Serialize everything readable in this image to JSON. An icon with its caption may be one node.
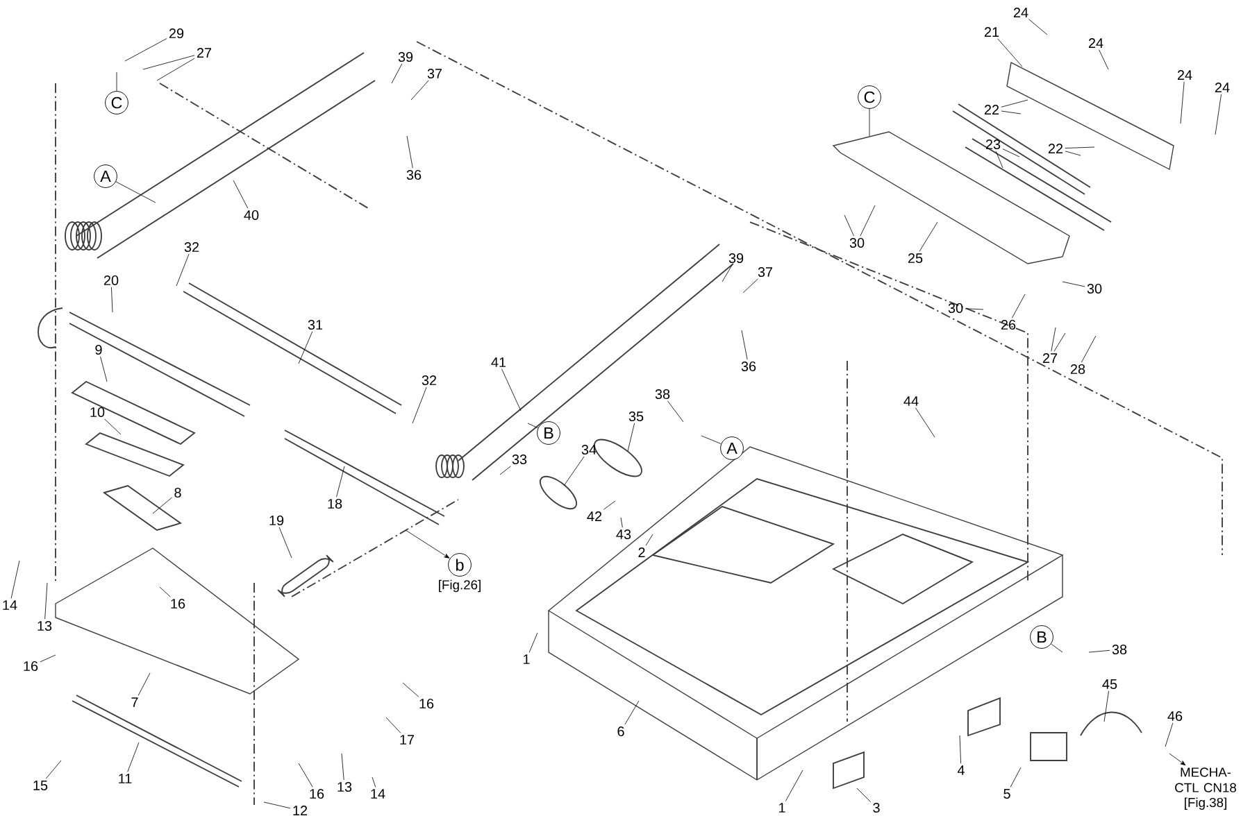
{
  "diagram": {
    "nodes": [
      {
        "text": [
          "29"
        ]
      },
      {
        "text": [
          "27"
        ]
      },
      {
        "text": [
          "C"
        ]
      },
      {
        "text": [
          "24"
        ]
      },
      {
        "text": [
          "21"
        ]
      },
      {
        "text": [
          "24"
        ]
      },
      {
        "text": [
          "39"
        ]
      },
      {
        "text": [
          "37"
        ]
      },
      {
        "text": [
          "24"
        ]
      },
      {
        "text": [
          "24"
        ]
      },
      {
        "text": [
          "C"
        ]
      },
      {
        "text": [
          "22"
        ]
      },
      {
        "text": [
          "23"
        ]
      },
      {
        "text": [
          "22"
        ]
      },
      {
        "text": [
          "A"
        ]
      },
      {
        "text": [
          "36"
        ]
      },
      {
        "text": [
          "40"
        ]
      },
      {
        "text": [
          "30"
        ]
      },
      {
        "text": [
          "32"
        ]
      },
      {
        "text": [
          "39"
        ]
      },
      {
        "text": [
          "25"
        ]
      },
      {
        "text": [
          "37"
        ]
      },
      {
        "text": [
          "20"
        ]
      },
      {
        "text": [
          "30"
        ]
      },
      {
        "text": [
          "30"
        ]
      },
      {
        "text": [
          "26"
        ]
      },
      {
        "text": [
          "31"
        ]
      },
      {
        "text": [
          "9"
        ]
      },
      {
        "text": [
          "27"
        ]
      },
      {
        "text": [
          "41"
        ]
      },
      {
        "text": [
          "36"
        ]
      },
      {
        "text": [
          "28"
        ]
      },
      {
        "text": [
          "32"
        ]
      },
      {
        "text": [
          "38"
        ]
      },
      {
        "text": [
          "44"
        ]
      },
      {
        "text": [
          "10"
        ]
      },
      {
        "text": [
          "35"
        ]
      },
      {
        "text": [
          "B"
        ]
      },
      {
        "text": [
          "A"
        ]
      },
      {
        "text": [
          "34"
        ]
      },
      {
        "text": [
          "33"
        ]
      },
      {
        "text": [
          "8"
        ]
      },
      {
        "text": [
          "18"
        ]
      },
      {
        "text": [
          "42"
        ]
      },
      {
        "text": [
          "19"
        ]
      },
      {
        "text": [
          "43"
        ]
      },
      {
        "text": [
          "2"
        ]
      },
      {
        "text": [
          "b"
        ],
        "beside": [
          "[Fig.26]"
        ]
      },
      {
        "text": [
          "14"
        ]
      },
      {
        "text": [
          "16"
        ]
      },
      {
        "text": [
          "13"
        ]
      },
      {
        "text": [
          "B"
        ]
      },
      {
        "text": [
          "38"
        ]
      },
      {
        "text": [
          "1"
        ]
      },
      {
        "text": [
          "16"
        ]
      },
      {
        "text": [
          "45"
        ]
      },
      {
        "text": [
          "7"
        ]
      },
      {
        "text": [
          "16"
        ]
      },
      {
        "text": [
          "46"
        ]
      },
      {
        "text": [
          "6"
        ]
      },
      {
        "text": [
          "17"
        ]
      },
      {
        "text": [
          "4"
        ]
      },
      {
        "text": [
          "11"
        ]
      },
      {
        "text": [
          "MECHA-CTL CN18"
        ],
        "beside": [
          "[Fig.38]"
        ]
      },
      {
        "text": [
          "15"
        ]
      },
      {
        "text": [
          "16"
        ]
      },
      {
        "text": [
          "13"
        ]
      },
      {
        "text": [
          "14"
        ]
      },
      {
        "text": [
          "5"
        ]
      },
      {
        "text": [
          "3"
        ]
      },
      {
        "text": [
          "1"
        ]
      },
      {
        "text": [
          "12"
        ]
      }
    ],
    "edges": [
      {
        "from": 0,
        "to": null,
        "arrow": "none"
      },
      {
        "from": 1,
        "to": null,
        "arrow": "none"
      },
      {
        "from": 1,
        "to": null,
        "arrow": "none"
      },
      {
        "from": 2,
        "to": null,
        "arrow": "none"
      },
      {
        "from": 3,
        "to": null,
        "arrow": "none"
      },
      {
        "from": 4,
        "to": null,
        "arrow": "none"
      },
      {
        "from": 5,
        "to": null,
        "arrow": "none"
      },
      {
        "from": 6,
        "to": null,
        "arrow": "none"
      },
      {
        "from": 7,
        "to": null,
        "arrow": "none"
      },
      {
        "from": 8,
        "to": null,
        "arrow": "none"
      },
      {
        "from": 9,
        "to": null,
        "arrow": "none"
      },
      {
        "from": 10,
        "to": null,
        "arrow": "none"
      },
      {
        "from": 11,
        "to": null,
        "arrow": "none"
      },
      {
        "from": 11,
        "to": null,
        "arrow": "none"
      },
      {
        "from": 12,
        "to": null,
        "arrow": "none"
      },
      {
        "from": 12,
        "to": null,
        "arrow": "none"
      },
      {
        "from": 13,
        "to": null,
        "arrow": "none"
      },
      {
        "from": 13,
        "to": null,
        "arrow": "none"
      },
      {
        "from": 14,
        "to": null,
        "arrow": "none"
      },
      {
        "from": 15,
        "to": null,
        "arrow": "none"
      },
      {
        "from": 16,
        "to": null,
        "arrow": "none"
      },
      {
        "from": 17,
        "to": null,
        "arrow": "none"
      },
      {
        "from": 17,
        "to": null,
        "arrow": "none"
      },
      {
        "from": 18,
        "to": null,
        "arrow": "none"
      },
      {
        "from": 19,
        "to": null,
        "arrow": "none"
      },
      {
        "from": 20,
        "to": null,
        "arrow": "none"
      },
      {
        "from": 21,
        "to": null,
        "arrow": "none"
      },
      {
        "from": 22,
        "to": null,
        "arrow": "none"
      },
      {
        "from": 23,
        "to": null,
        "arrow": "none"
      },
      {
        "from": 24,
        "to": null,
        "arrow": "none"
      },
      {
        "from": 25,
        "to": null,
        "arrow": "none"
      },
      {
        "from": 26,
        "to": null,
        "arrow": "none"
      },
      {
        "from": 27,
        "to": null,
        "arrow": "none"
      },
      {
        "from": 28,
        "to": null,
        "arrow": "none"
      },
      {
        "from": 28,
        "to": null,
        "arrow": "none"
      },
      {
        "from": 29,
        "to": null,
        "arrow": "none"
      },
      {
        "from": 30,
        "to": null,
        "arrow": "none"
      },
      {
        "from": 31,
        "to": null,
        "arrow": "none"
      },
      {
        "from": 32,
        "to": null,
        "arrow": "none"
      },
      {
        "from": 33,
        "to": null,
        "arrow": "none"
      },
      {
        "from": 34,
        "to": null,
        "arrow": "none"
      },
      {
        "from": 35,
        "to": null,
        "arrow": "none"
      },
      {
        "from": 36,
        "to": null,
        "arrow": "none"
      },
      {
        "from": 37,
        "to": null,
        "arrow": "none"
      },
      {
        "from": 38,
        "to": null,
        "arrow": "none"
      },
      {
        "from": 39,
        "to": null,
        "arrow": "none"
      },
      {
        "from": 40,
        "to": null,
        "arrow": "none"
      },
      {
        "from": 41,
        "to": null,
        "arrow": "none"
      },
      {
        "from": 42,
        "to": null,
        "arrow": "none"
      },
      {
        "from": 43,
        "to": null,
        "arrow": "none"
      },
      {
        "from": 44,
        "to": null,
        "arrow": "none"
      },
      {
        "from": 45,
        "to": null,
        "arrow": "none"
      },
      {
        "from": 46,
        "to": null,
        "arrow": "none"
      },
      {
        "from": null,
        "to": 47,
        "arrow": "to"
      },
      {
        "from": 48,
        "to": null,
        "arrow": "none"
      },
      {
        "from": 49,
        "to": null,
        "arrow": "none"
      },
      {
        "from": 50,
        "to": null,
        "arrow": "none"
      },
      {
        "from": 51,
        "to": null,
        "arrow": "none"
      },
      {
        "from": 52,
        "to": null,
        "arrow": "none"
      },
      {
        "from": 53,
        "to": null,
        "arrow": "none"
      },
      {
        "from": 54,
        "to": null,
        "arrow": "none"
      },
      {
        "from": 55,
        "to": null,
        "arrow": "none"
      },
      {
        "from": 56,
        "to": null,
        "arrow": "none"
      },
      {
        "from": 57,
        "to": null,
        "arrow": "none"
      },
      {
        "from": 58,
        "to": null,
        "arrow": "none"
      },
      {
        "from": 59,
        "to": null,
        "arrow": "none"
      },
      {
        "from": 60,
        "to": null,
        "arrow": "none"
      },
      {
        "from": 61,
        "to": null,
        "arrow": "none"
      },
      {
        "from": 62,
        "to": null,
        "arrow": "none"
      },
      {
        "from": null,
        "to": 63,
        "arrow": "to"
      },
      {
        "from": 64,
        "to": null,
        "arrow": "none"
      },
      {
        "from": 65,
        "to": null,
        "arrow": "none"
      },
      {
        "from": 66,
        "to": null,
        "arrow": "none"
      },
      {
        "from": 67,
        "to": null,
        "arrow": "none"
      },
      {
        "from": 68,
        "to": null,
        "arrow": "none"
      },
      {
        "from": 69,
        "to": null,
        "arrow": "none"
      },
      {
        "from": 70,
        "to": null,
        "arrow": "none"
      },
      {
        "from": 71,
        "to": null,
        "arrow": "none"
      }
    ]
  }
}
